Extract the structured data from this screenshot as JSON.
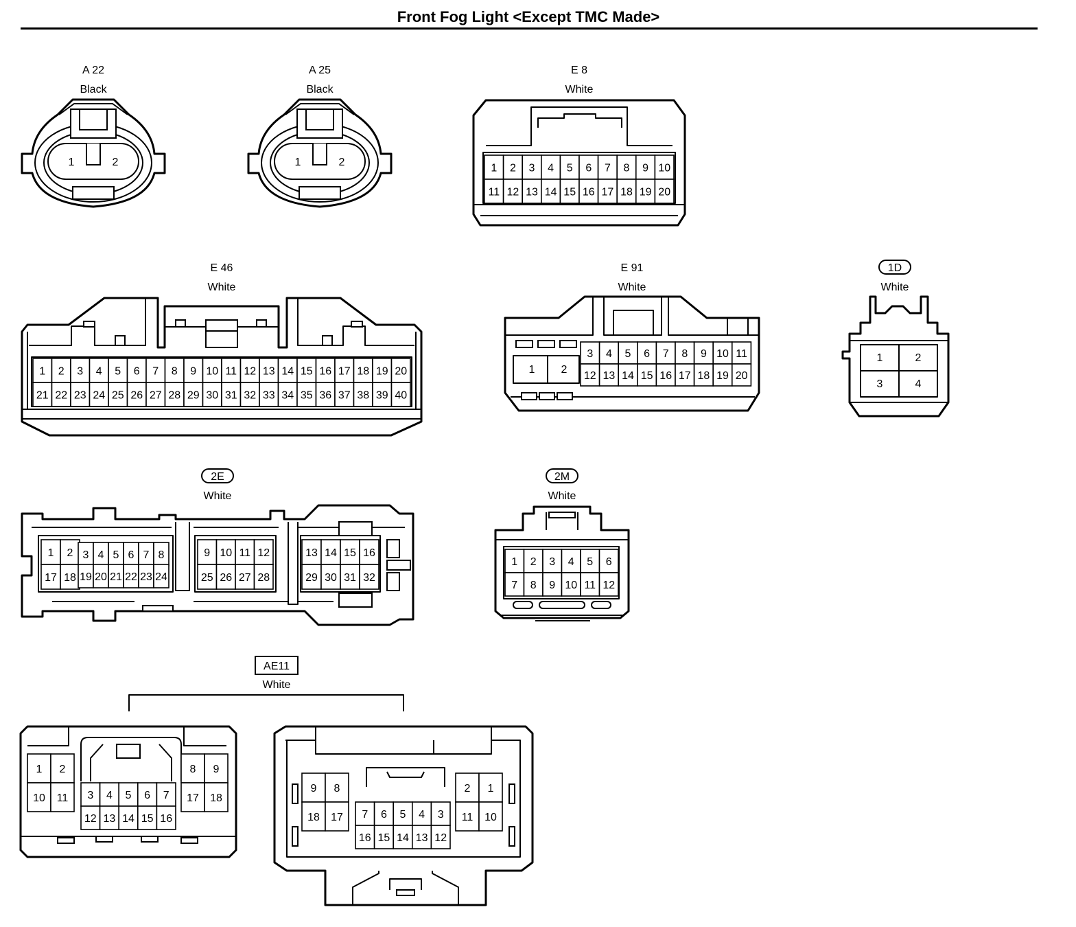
{
  "title": "Front Fog Light <Except TMC Made>",
  "connectors": [
    {
      "id": "A 22",
      "boxed": false,
      "color": "Black",
      "pins": [
        "1",
        "2"
      ]
    },
    {
      "id": "A 25",
      "boxed": false,
      "color": "Black",
      "pins": [
        "1",
        "2"
      ]
    },
    {
      "id": "E 8",
      "boxed": false,
      "color": "White",
      "pins": [
        "1",
        "2",
        "3",
        "4",
        "5",
        "6",
        "7",
        "8",
        "9",
        "10",
        "11",
        "12",
        "13",
        "14",
        "15",
        "16",
        "17",
        "18",
        "19",
        "20"
      ]
    },
    {
      "id": "E 46",
      "boxed": false,
      "color": "White",
      "pins": [
        "1",
        "2",
        "3",
        "4",
        "5",
        "6",
        "7",
        "8",
        "9",
        "10",
        "11",
        "12",
        "13",
        "14",
        "15",
        "16",
        "17",
        "18",
        "19",
        "20",
        "21",
        "22",
        "23",
        "24",
        "25",
        "26",
        "27",
        "28",
        "29",
        "30",
        "31",
        "32",
        "33",
        "34",
        "35",
        "36",
        "37",
        "38",
        "39",
        "40"
      ]
    },
    {
      "id": "E 91",
      "boxed": false,
      "color": "White",
      "pins": [
        "1",
        "2",
        "3",
        "4",
        "5",
        "6",
        "7",
        "8",
        "9",
        "10",
        "11",
        "12",
        "13",
        "14",
        "15",
        "16",
        "17",
        "18",
        "19",
        "20"
      ]
    },
    {
      "id": "1D",
      "boxed": "oval",
      "color": "White",
      "pins": [
        "1",
        "2",
        "3",
        "4"
      ]
    },
    {
      "id": "2E",
      "boxed": "oval",
      "color": "White",
      "pins": [
        "1",
        "2",
        "3",
        "4",
        "5",
        "6",
        "7",
        "8",
        "17",
        "18",
        "19",
        "20",
        "21",
        "22",
        "23",
        "24",
        "9",
        "10",
        "11",
        "12",
        "25",
        "26",
        "27",
        "28",
        "13",
        "14",
        "15",
        "16",
        "29",
        "30",
        "31",
        "32"
      ]
    },
    {
      "id": "2M",
      "boxed": "oval",
      "color": "White",
      "pins": [
        "1",
        "2",
        "3",
        "4",
        "5",
        "6",
        "7",
        "8",
        "9",
        "10",
        "11",
        "12"
      ]
    },
    {
      "id": "AE11",
      "boxed": "rect",
      "color": "White",
      "pins": [
        "1",
        "2",
        "10",
        "11",
        "3",
        "4",
        "5",
        "6",
        "7",
        "12",
        "13",
        "14",
        "15",
        "16",
        "8",
        "9",
        "17",
        "18",
        "9",
        "8",
        "18",
        "17",
        "7",
        "6",
        "5",
        "4",
        "3",
        "16",
        "15",
        "14",
        "13",
        "12",
        "2",
        "1",
        "11",
        "10"
      ]
    }
  ]
}
